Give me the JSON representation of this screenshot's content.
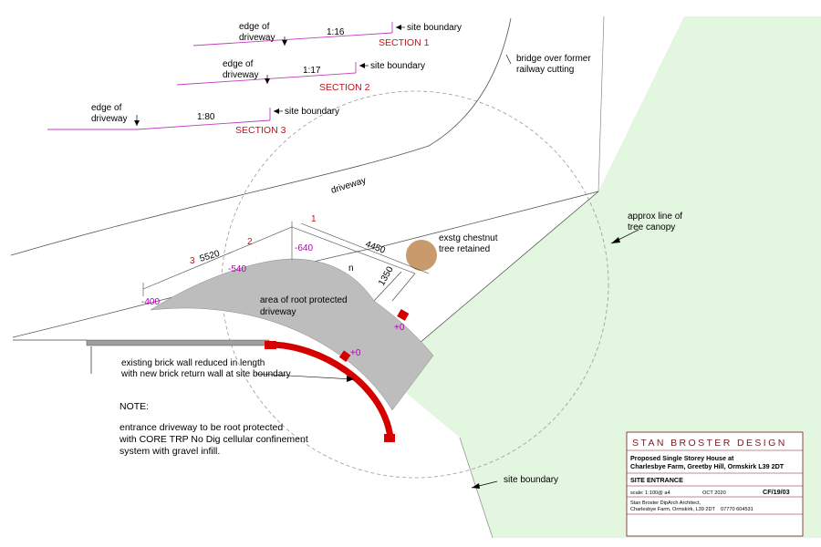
{
  "sections": [
    {
      "label": "SECTION 1",
      "gradient": "1:16",
      "edge": "edge of",
      "edge2": "driveway",
      "boundary": "site boundary"
    },
    {
      "label": "SECTION 2",
      "gradient": "1:17",
      "edge": "edge of",
      "edge2": "driveway",
      "boundary": "site boundary"
    },
    {
      "label": "SECTION 3",
      "gradient": "1:80",
      "edge": "edge of",
      "edge2": "driveway",
      "boundary": "site boundary"
    }
  ],
  "labels": {
    "bridge1": "bridge over former",
    "bridge2": "railway cutting",
    "driveway": "driveway",
    "chestnut1": "exstg chestnut",
    "chestnut2": "tree retained",
    "canopy1": "approx line of",
    "canopy2": "tree canopy",
    "root1": "area of root protected",
    "root2": "driveway",
    "n": "n",
    "wall1": "existing brick wall reduced in length",
    "wall2": "with new brick return wall at site boundary",
    "site_boundary": "site boundary"
  },
  "dimensions": {
    "d5520": "5520",
    "d4450": "4450",
    "d1350": "1350"
  },
  "markers": {
    "m1": "1",
    "m2": "2",
    "m3": "3"
  },
  "levels": {
    "l400": "-400",
    "l540": "-540",
    "l640": "-640",
    "l0a": "+0",
    "l0b": "+0"
  },
  "note": {
    "heading": "NOTE:",
    "line1": "entrance driveway to be root protected",
    "line2": "with CORE TRP No Dig cellular confinement",
    "line3": "system with gravel infill."
  },
  "title_block": {
    "firm": "STAN BROSTER DESIGN",
    "project1": "Proposed Single Storey House at",
    "project2": "Charlesbye Farm, Greetby Hill, Ormskirk L39 2DT",
    "drawing": "SITE ENTRANCE",
    "scale": "scale: 1:100@ a4",
    "date": "OCT 2020",
    "number": "CF/19/03",
    "address1": "Stan Broster DipArch Architect,",
    "address2": "Charlesbye Farm, Ormskirk, L39 2DT",
    "phone": "07770 604531"
  },
  "colors": {
    "green_area": "#e3f6df",
    "grey_area": "#bdbdbd",
    "wall_red": "#d40000",
    "section_line": "#c040c0",
    "tree": "#c99a6b",
    "level_text": "#b000b0",
    "title_text": "#7a1a1a"
  }
}
